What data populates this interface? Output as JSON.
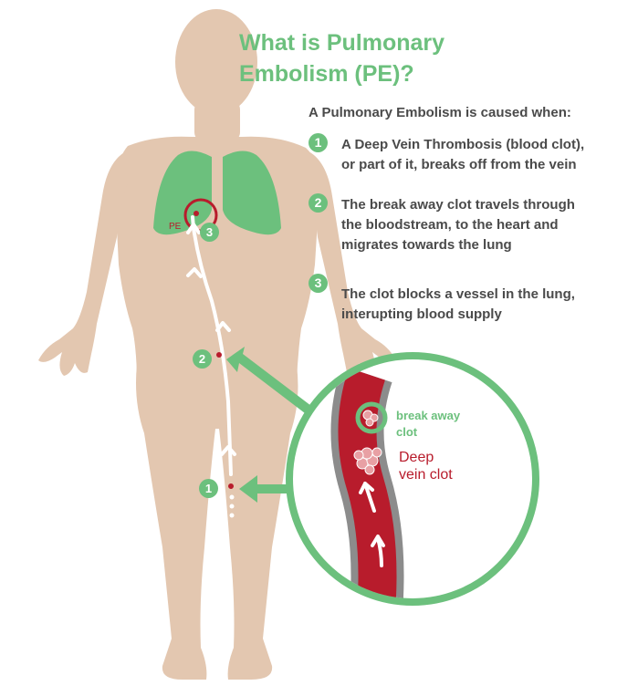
{
  "title_line1": "What is Pulmonary",
  "title_line2": "Embolism (PE)?",
  "intro": "A Pulmonary Embolism is caused when:",
  "steps": [
    {
      "number": "1",
      "line1": "A Deep Vein Thrombosis (blood clot),",
      "line2": "or part of it, breaks off from the vein"
    },
    {
      "number": "2",
      "line1": "The break away clot travels through",
      "line2": "the bloodstream, to the heart and",
      "line3": "migrates towards the lung"
    },
    {
      "number": "3",
      "line1": "The clot blocks a vessel in the lung,",
      "line2": "interupting blood supply"
    }
  ],
  "labels": {
    "pe": "PE",
    "break_away_1": "break away",
    "break_away_2": "clot",
    "deep_1": "Deep",
    "deep_2": "vein clot",
    "marker1": "1",
    "marker2": "2",
    "marker3": "3"
  },
  "colors": {
    "body": "#e3c7b0",
    "lung": "#6cc07d",
    "accent_green": "#6cc07d",
    "blood_red": "#b81c2c",
    "vessel_grey": "#8c8c8c",
    "text_grey": "#4a4a4a"
  }
}
